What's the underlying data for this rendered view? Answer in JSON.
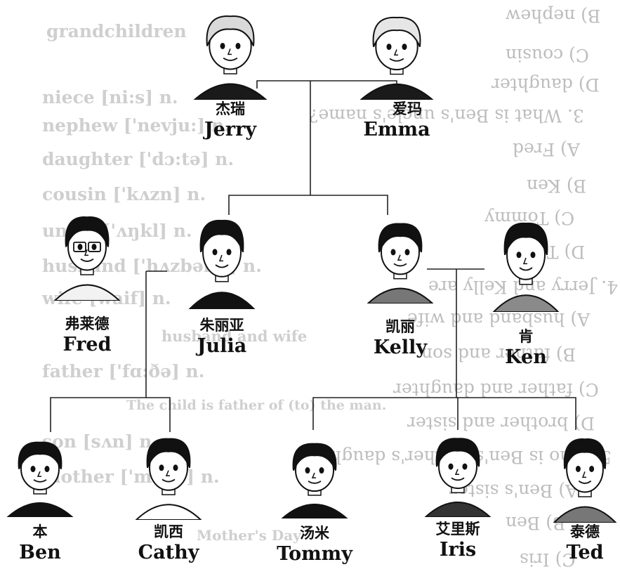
{
  "background_text": [
    "B) nephew",
    "grandchildren",
    "C) cousin",
    "D) daughter",
    "niece [ni:s] n.",
    "3. What is Ben's uncle's name?",
    "nephew ['nevju:] n.",
    "A) Fred",
    "daughter ['dɔ:tə] n.",
    "B) Ken",
    "cousin ['kʌzn] n.",
    "C) Tommy",
    "uncle ['ʌŋkl] n.",
    "D) Ted",
    "husband ['hʌzbənd] n.",
    "4. Jerry and Kelly are",
    "wife [waif] n.",
    "A) husband and wife",
    "husband and wife",
    "B) father and son",
    "father ['fɑ:ðə] n.",
    "C) father and daughter",
    "The child is father of (to) the man.",
    "D) brother and sister",
    "son [sʌn] n.",
    "5. Who is Ben's mother's daughter?",
    "mother ['mʌðə] n.",
    "A) Ben's sister",
    "B) Ben",
    "Mother's Day",
    "C) Iris"
  ],
  "people": [
    {
      "id": "jerry",
      "zh": "杰瑞",
      "en": "Jerry",
      "hair": "#d9d9d9",
      "shirt": "#1a1a1a",
      "glasses": false
    },
    {
      "id": "emma",
      "zh": "爱玛",
      "en": "Emma",
      "hair": "#e6e6e6",
      "shirt": "#1a1a1a",
      "glasses": false
    },
    {
      "id": "fred",
      "zh": "弗莱德",
      "en": "Fred",
      "hair": "#111111",
      "shirt": "#f2f2f2",
      "glasses": true
    },
    {
      "id": "julia",
      "zh": "朱丽亚",
      "en": "Julia",
      "hair": "#111111",
      "shirt": "#111111",
      "glasses": false
    },
    {
      "id": "kelly",
      "zh": "凯丽",
      "en": "Kelly",
      "hair": "#111111",
      "shirt": "#777777",
      "glasses": false
    },
    {
      "id": "ken",
      "zh": "肯",
      "en": "Ken",
      "hair": "#111111",
      "shirt": "#8a8a8a",
      "glasses": false
    },
    {
      "id": "ben",
      "zh": "本",
      "en": "Ben",
      "hair": "#111111",
      "shirt": "#111111",
      "glasses": false
    },
    {
      "id": "cathy",
      "zh": "凯西",
      "en": "Cathy",
      "hair": "#111111",
      "shirt": "#ffffff",
      "glasses": false
    },
    {
      "id": "tommy",
      "zh": "汤米",
      "en": "Tommy",
      "hair": "#111111",
      "shirt": "#111111",
      "glasses": false
    },
    {
      "id": "iris",
      "zh": "艾里斯",
      "en": "Iris",
      "hair": "#111111",
      "shirt": "#333333",
      "glasses": false
    },
    {
      "id": "ted",
      "zh": "泰德",
      "en": "Ted",
      "hair": "#111111",
      "shirt": "#777777",
      "glasses": false
    }
  ],
  "colors": {
    "ink": "#111111",
    "line": "#222222",
    "faint": "#cfcfcf"
  }
}
